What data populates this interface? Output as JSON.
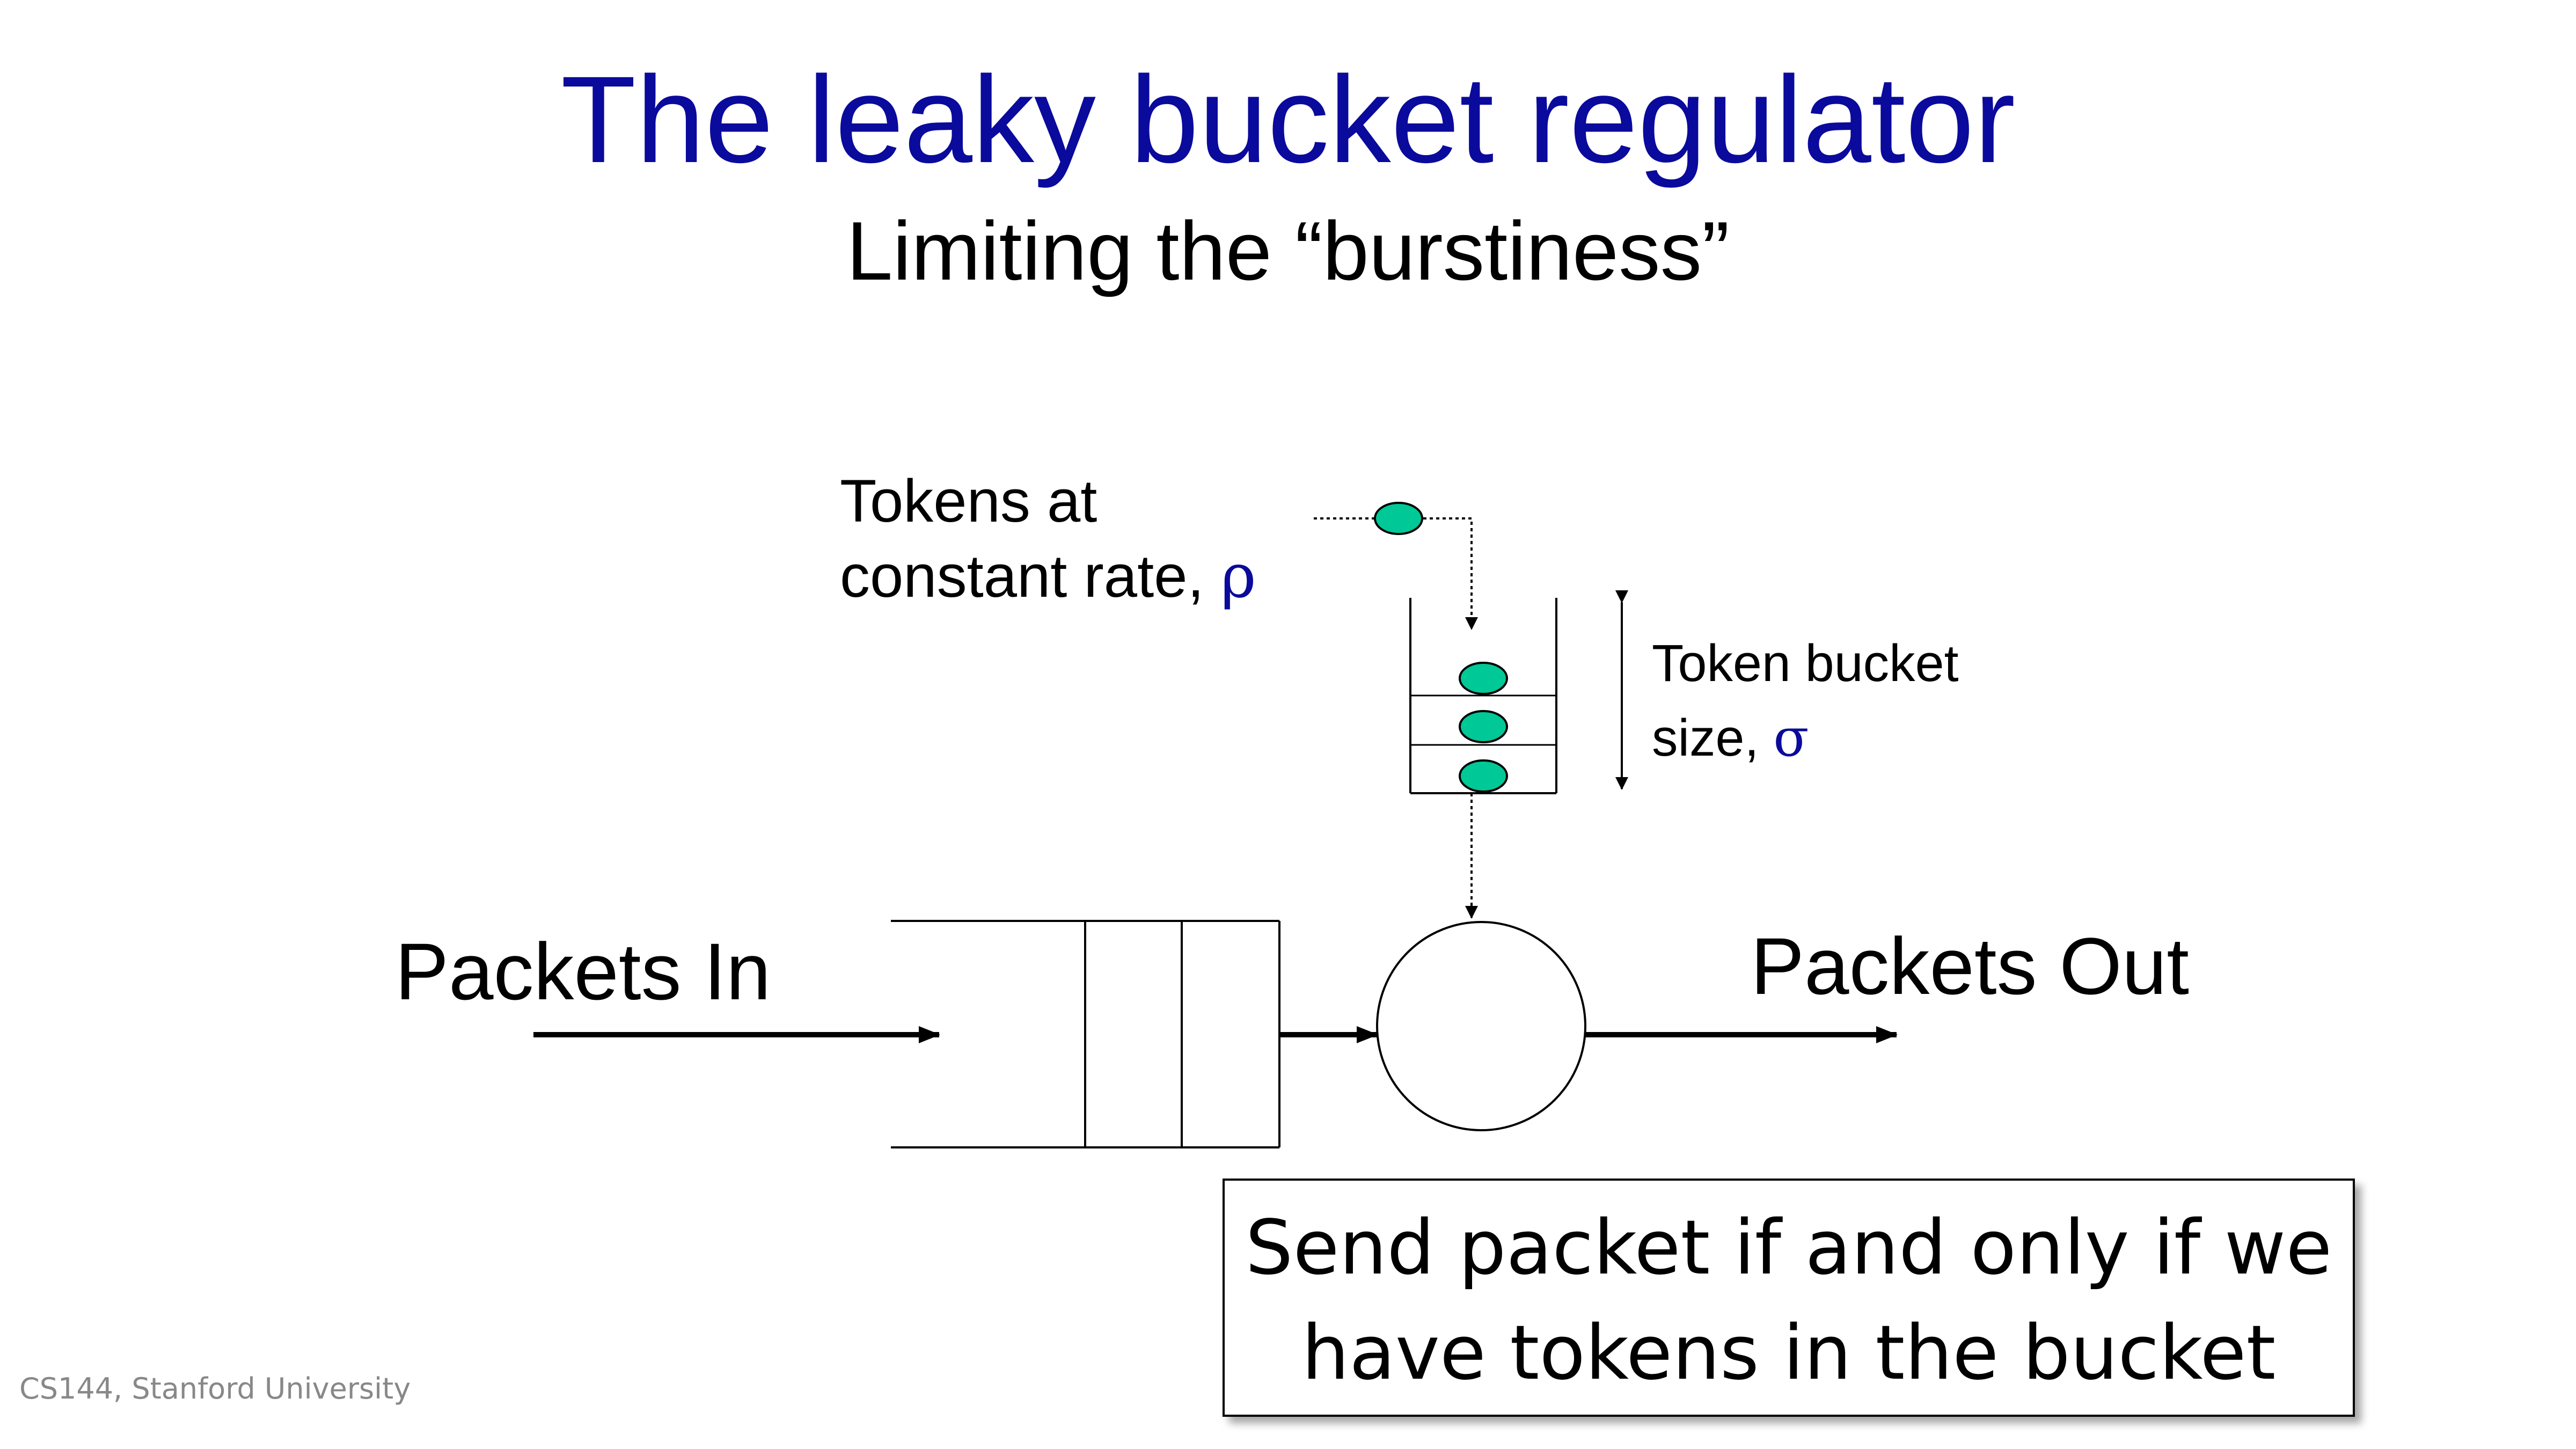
{
  "slide": {
    "title": "The leaky bucket regulator",
    "subtitle": "Limiting the “burstiness”",
    "footer": "CS144, Stanford University"
  },
  "diagram": {
    "tokens_label": {
      "line1": "Tokens at",
      "line2_text": "constant rate, ",
      "symbol": "ρ"
    },
    "bucket_label": {
      "line1": "Token bucket",
      "line2_text": "size, ",
      "symbol": "σ"
    },
    "packets_in": "Packets In",
    "packets_out": "Packets Out",
    "rule": {
      "line1": "Send packet if and only if we",
      "line2": "have tokens in the bucket"
    }
  },
  "colors": {
    "title": "#0a0a9c",
    "token_fill": "#00c896",
    "greek_symbols": "#0a0a9c",
    "footer": "#888888"
  }
}
